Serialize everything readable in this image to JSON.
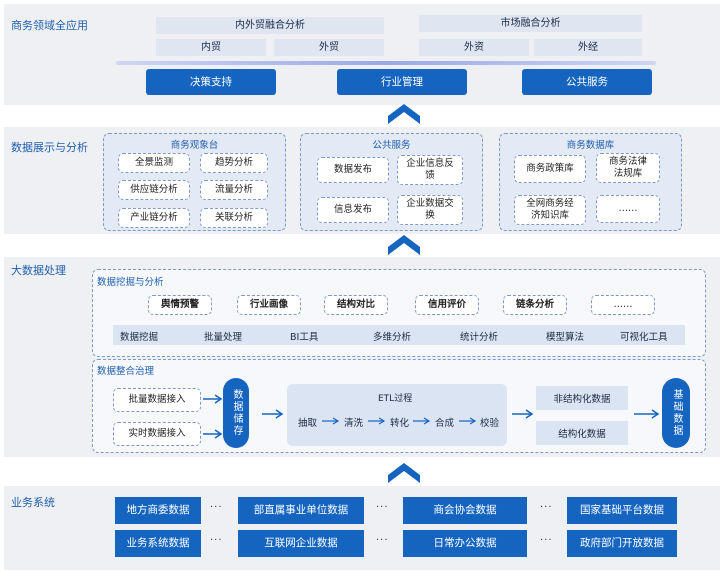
{
  "layers": {
    "application": {
      "title": "商务领域全应用",
      "groups": [
        {
          "title": "内外贸融合分析",
          "items": [
            "内贸",
            "外贸"
          ]
        },
        {
          "title": "市场融合分析",
          "items": [
            "外资",
            "外经"
          ]
        }
      ],
      "buttons": [
        "决策支持",
        "行业管理",
        "公共服务"
      ]
    },
    "display": {
      "title": "数据展示与分析",
      "panels": [
        {
          "title": "商务观象台",
          "items": [
            "全景监测",
            "趋势分析",
            "供应链分析",
            "流量分析",
            "产业链分析",
            "关联分析"
          ]
        },
        {
          "title": "公共服务",
          "items": [
            "数据发布",
            "企业信息反馈",
            "信息发布",
            "企业数据交换"
          ]
        },
        {
          "title": "商务数据库",
          "items": [
            "商务政策库",
            "商务法律法规库",
            "全网商务经济知识库",
            "……"
          ]
        }
      ]
    },
    "bigdata": {
      "title": "大数据处理",
      "mining": {
        "title": "数据挖掘与分析",
        "tags": [
          "舆情预警",
          "行业画像",
          "结构对比",
          "信用评价",
          "链条分析",
          "……"
        ],
        "tools": [
          "数据挖掘",
          "批量处理",
          "BI工具",
          "多维分析",
          "统计分析",
          "模型算法",
          "可视化工具"
        ]
      },
      "governance": {
        "title": "数据整合治理",
        "inputs": [
          "批量数据接入",
          "实时数据接入"
        ],
        "storage": "数据储存",
        "etl_title": "ETL过程",
        "etl_steps": [
          "抽取",
          "清洗",
          "转化",
          "合成",
          "校验"
        ],
        "outputs": [
          "非结构化数据",
          "结构化数据"
        ],
        "base": "基础数据"
      }
    },
    "business": {
      "title": "业务系统",
      "row1": [
        "地方商委数据",
        "部直属事业单位数据",
        "商会协会数据",
        "国家基础平台数据"
      ],
      "row2": [
        "业务系统数据",
        "互联网企业数据",
        "日常办公数据",
        "政府部门开放数据"
      ],
      "ellipsis": "···"
    }
  },
  "colors": {
    "accent": "#1565c0",
    "title": "#1f5fae",
    "layer_bg": "#eef0f4"
  }
}
